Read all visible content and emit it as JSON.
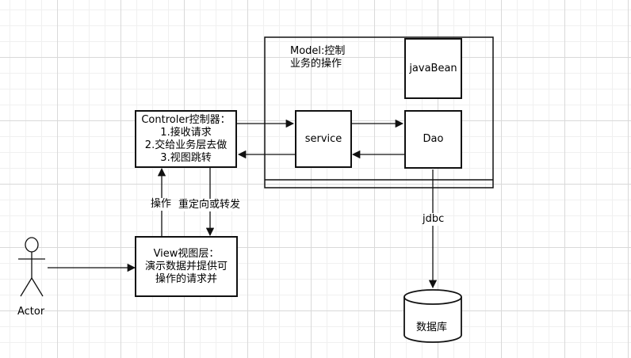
{
  "model": {
    "title_line1": "Model:控制",
    "title_line2": "业务的操作"
  },
  "javabean": {
    "label": "javaBean"
  },
  "service": {
    "label": "service"
  },
  "dao": {
    "label": "Dao"
  },
  "controller": {
    "line1": "Controler控制器：",
    "line2": "1.接收请求",
    "line3": "2.交给业务层去做",
    "line4": "3.视图跳转"
  },
  "view": {
    "line1": "View视图层：",
    "line2": "演示数据并提供可",
    "line3": "操作的请求并"
  },
  "edges": {
    "operate": "操作",
    "redirect": "重定向或转发",
    "jdbc": "jdbc"
  },
  "actor": {
    "label": "Actor"
  },
  "database": {
    "label": "数据库"
  }
}
